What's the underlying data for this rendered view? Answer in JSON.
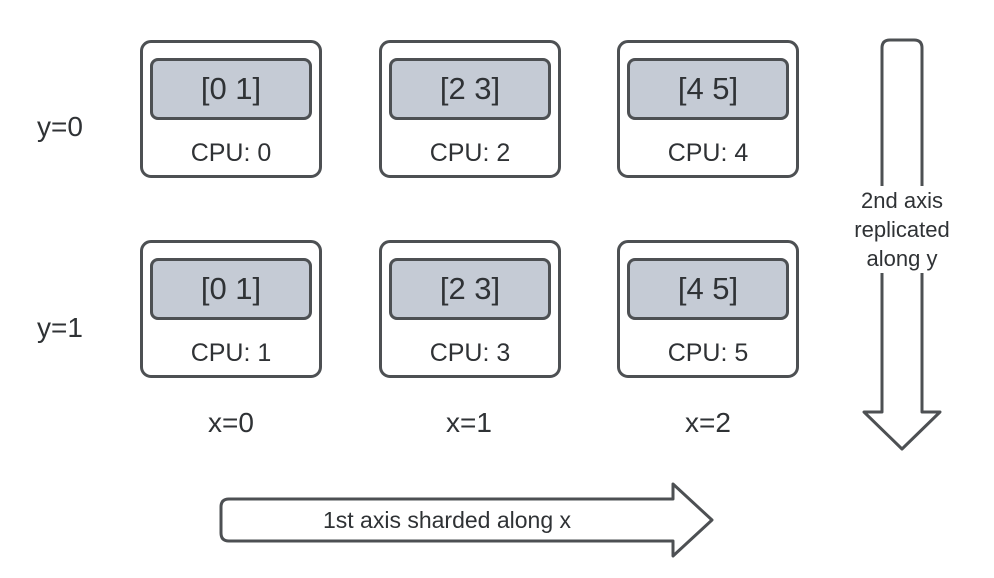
{
  "diagram": {
    "description": "Array sharding layout across 6 CPU devices: first axis sharded along mesh axis x, second axis replicated along mesh axis y",
    "devices": [
      {
        "row": 0,
        "col": 0,
        "shard": "[0 1]",
        "cpu_label": "CPU: 0"
      },
      {
        "row": 0,
        "col": 1,
        "shard": "[2 3]",
        "cpu_label": "CPU: 2"
      },
      {
        "row": 0,
        "col": 2,
        "shard": "[4 5]",
        "cpu_label": "CPU: 4"
      },
      {
        "row": 1,
        "col": 0,
        "shard": "[0 1]",
        "cpu_label": "CPU: 1"
      },
      {
        "row": 1,
        "col": 1,
        "shard": "[2 3]",
        "cpu_label": "CPU: 3"
      },
      {
        "row": 1,
        "col": 2,
        "shard": "[4 5]",
        "cpu_label": "CPU: 5"
      }
    ],
    "row_labels": [
      "y=0",
      "y=1"
    ],
    "col_labels": [
      "x=0",
      "x=1",
      "x=2"
    ],
    "arrows": {
      "vertical": {
        "direction": "down",
        "lines": [
          "2nd axis",
          "replicated",
          "along y"
        ]
      },
      "horizontal": {
        "direction": "right",
        "label": "1st axis sharded along x"
      }
    },
    "colors": {
      "background": "#ffffff",
      "stroke": "#4d5053",
      "shard_fill": "#c5cbd5",
      "text": "#2f3235"
    }
  }
}
